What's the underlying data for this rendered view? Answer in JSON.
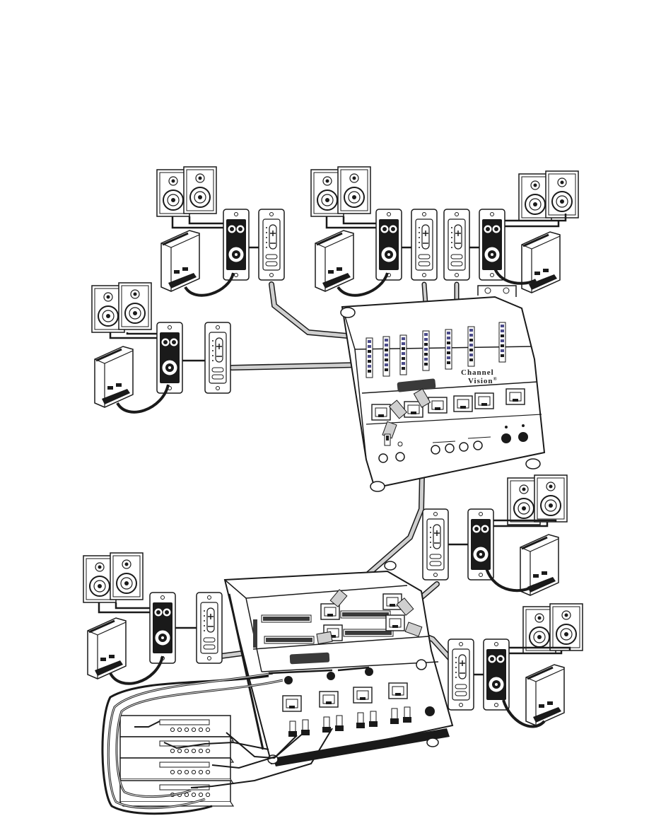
{
  "brand": {
    "line1": "Channel",
    "line2": "Vision",
    "mark": "®"
  },
  "colors": {
    "stroke": "#1a1a1a",
    "cat5_fill": "#cfcfcf",
    "speaker_wire": "#1a1a1a",
    "hub_fill": "#ffffff",
    "terminal_fill": "#5a5a8a"
  },
  "zones": [
    {
      "id": "zone-top-left",
      "components": [
        "speaker-pair",
        "amplifier-box",
        "volume-keypad",
        "ir-plate"
      ]
    },
    {
      "id": "zone-top-center",
      "components": [
        "speaker-pair",
        "amplifier-box",
        "volume-keypad",
        "ir-plate",
        "ir-plate"
      ]
    },
    {
      "id": "zone-top-right",
      "components": [
        "speaker-pair",
        "amplifier-box",
        "volume-keypad",
        "ir-plate"
      ]
    },
    {
      "id": "zone-middle-left",
      "components": [
        "speaker-pair",
        "amplifier-box",
        "volume-keypad",
        "ir-plate"
      ]
    },
    {
      "id": "zone-right-middle",
      "components": [
        "speaker-pair",
        "amplifier-box",
        "volume-keypad",
        "ir-plate"
      ]
    },
    {
      "id": "zone-bottom-left",
      "components": [
        "speaker-pair",
        "amplifier-box",
        "volume-keypad",
        "ir-plate"
      ]
    },
    {
      "id": "zone-bottom-right",
      "components": [
        "speaker-pair",
        "amplifier-box",
        "volume-keypad",
        "ir-plate"
      ]
    }
  ],
  "hubs": [
    {
      "id": "hub-upper",
      "rj45_ports": 6,
      "terminal_blocks": 7
    },
    {
      "id": "hub-lower",
      "rj45_ports": 4,
      "terminal_blocks": 4
    }
  ],
  "sources": {
    "count": 4
  }
}
